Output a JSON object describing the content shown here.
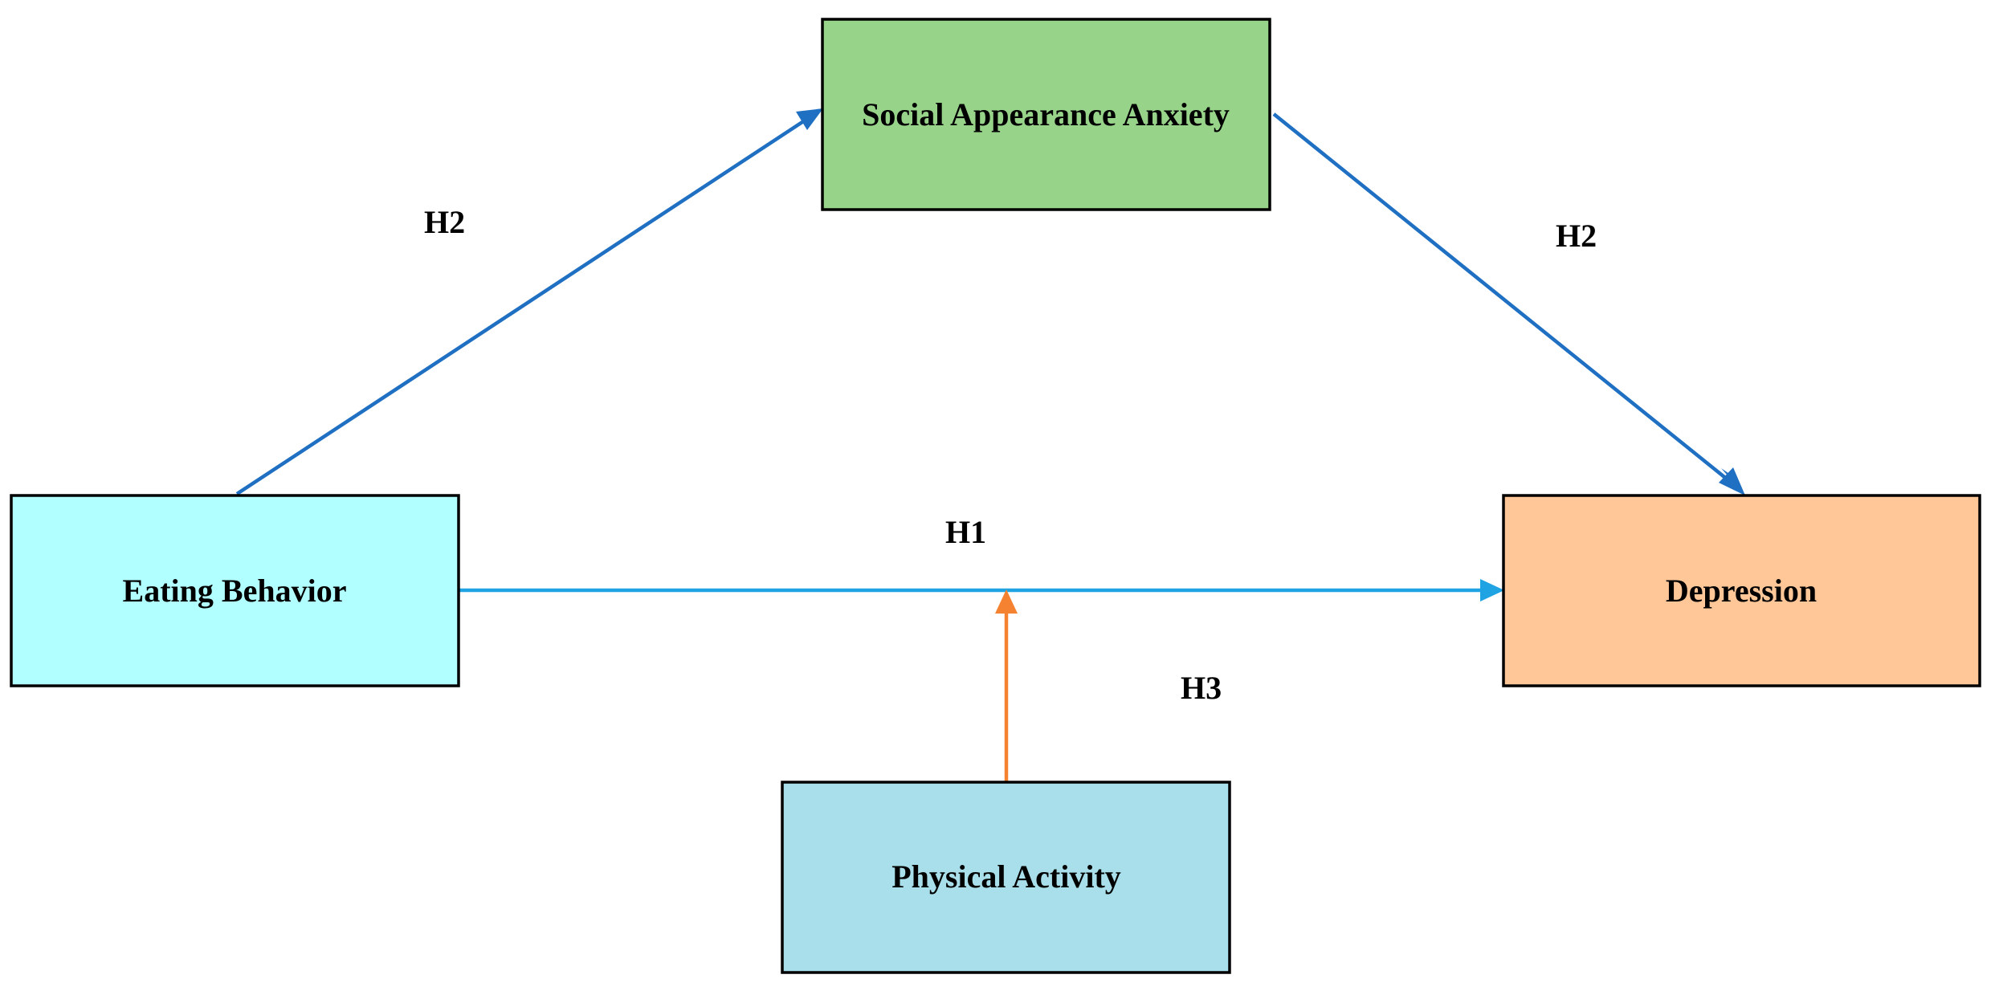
{
  "nodes": {
    "social_appearance_anxiety": {
      "label": "Social Appearance Anxiety",
      "fill": "#98d38a"
    },
    "eating_behavior": {
      "label": "Eating Behavior",
      "fill": "#b1ffff"
    },
    "depression": {
      "label": "Depression",
      "fill": "#ffc698"
    },
    "physical_activity": {
      "label": "Physical Activity",
      "fill": "#a8dfea"
    }
  },
  "edges": {
    "eating_to_anxiety": {
      "label": "H2",
      "color": "#1f6fc2"
    },
    "anxiety_to_depression": {
      "label": "H2",
      "color": "#1f6fc2"
    },
    "eating_to_depression": {
      "label": "H1",
      "color": "#1fa3e3"
    },
    "activity_moderation": {
      "label": "H3",
      "color": "#f58231"
    }
  }
}
